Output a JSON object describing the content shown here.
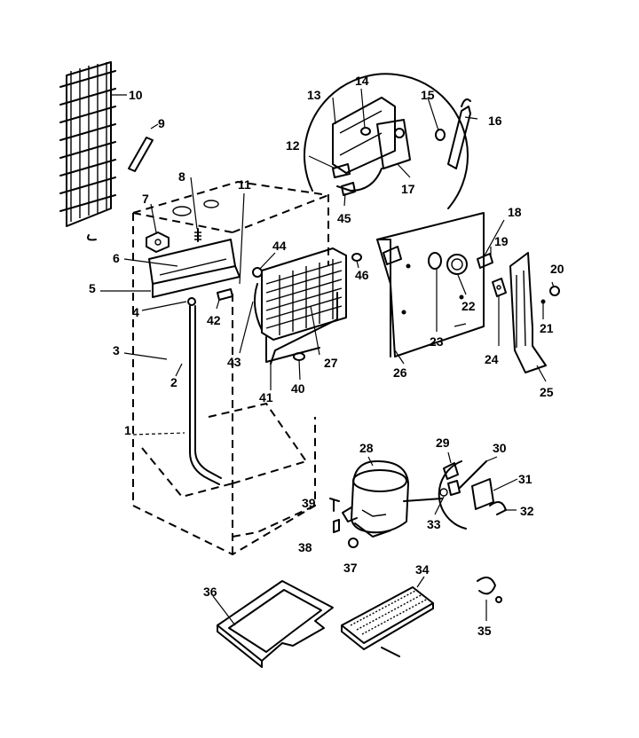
{
  "callouts": [
    {
      "id": "1",
      "label": "1"
    },
    {
      "id": "2",
      "label": "2"
    },
    {
      "id": "3",
      "label": "3"
    },
    {
      "id": "4",
      "label": "4"
    },
    {
      "id": "5",
      "label": "5"
    },
    {
      "id": "6",
      "label": "6"
    },
    {
      "id": "7",
      "label": "7"
    },
    {
      "id": "8",
      "label": "8"
    },
    {
      "id": "9",
      "label": "9"
    },
    {
      "id": "10",
      "label": "10"
    },
    {
      "id": "11",
      "label": "11"
    },
    {
      "id": "12",
      "label": "12"
    },
    {
      "id": "13",
      "label": "13"
    },
    {
      "id": "14",
      "label": "14"
    },
    {
      "id": "15",
      "label": "15"
    },
    {
      "id": "16",
      "label": "16"
    },
    {
      "id": "17",
      "label": "17"
    },
    {
      "id": "18",
      "label": "18"
    },
    {
      "id": "19",
      "label": "19"
    },
    {
      "id": "20",
      "label": "20"
    },
    {
      "id": "21",
      "label": "21"
    },
    {
      "id": "22",
      "label": "22"
    },
    {
      "id": "23",
      "label": "23"
    },
    {
      "id": "24",
      "label": "24"
    },
    {
      "id": "25",
      "label": "25"
    },
    {
      "id": "26",
      "label": "26"
    },
    {
      "id": "27",
      "label": "27"
    },
    {
      "id": "28",
      "label": "28"
    },
    {
      "id": "29",
      "label": "29"
    },
    {
      "id": "30",
      "label": "30"
    },
    {
      "id": "31",
      "label": "31"
    },
    {
      "id": "32",
      "label": "32"
    },
    {
      "id": "33",
      "label": "33"
    },
    {
      "id": "34",
      "label": "34"
    },
    {
      "id": "35",
      "label": "35"
    },
    {
      "id": "36",
      "label": "36"
    },
    {
      "id": "37",
      "label": "37"
    },
    {
      "id": "38",
      "label": "38"
    },
    {
      "id": "39",
      "label": "39"
    },
    {
      "id": "40",
      "label": "40"
    },
    {
      "id": "41",
      "label": "41"
    },
    {
      "id": "42",
      "label": "42"
    },
    {
      "id": "43",
      "label": "43"
    },
    {
      "id": "44",
      "label": "44"
    },
    {
      "id": "45",
      "label": "45"
    },
    {
      "id": "46",
      "label": "46"
    }
  ]
}
